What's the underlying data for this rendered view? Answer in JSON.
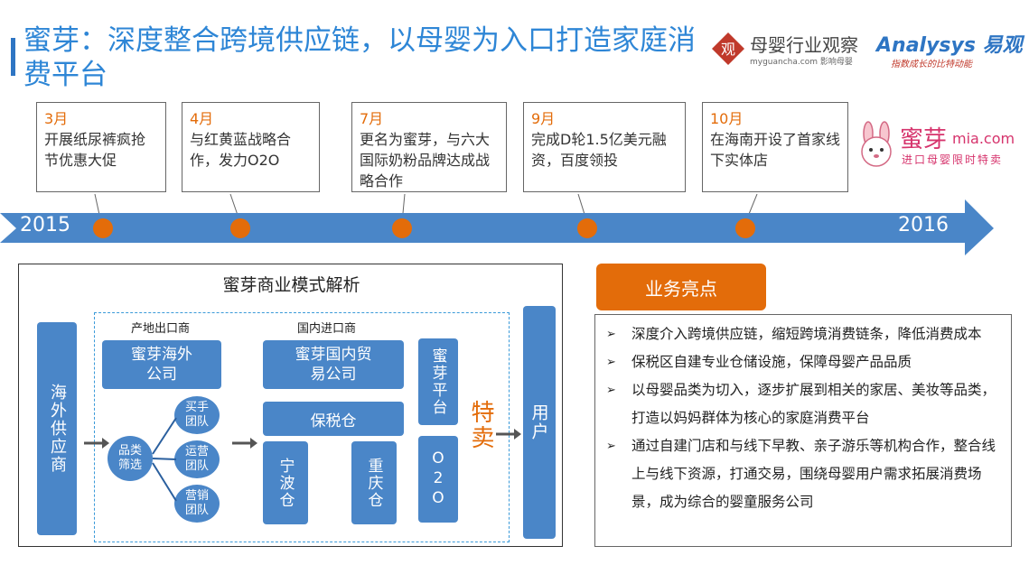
{
  "title": "蜜芽：深度整合跨境供应链，以母婴为入口打造家庭消费平台",
  "logos": {
    "guancha_icon": "观",
    "guancha_cn": "母婴行业观察",
    "guancha_sub": "myguancha.com 影响母婴",
    "analysys": "Analysys 易观",
    "analysys_slogan": "指数成长的比特动能",
    "mia_cn": "蜜芽",
    "mia_domain": "mia.com",
    "mia_slogan": "进口母婴限时特卖"
  },
  "timeline": {
    "start_year": "2015",
    "end_year": "2016",
    "events": [
      {
        "month": "3月",
        "text": "开展纸尿裤疯抢节优惠大促"
      },
      {
        "month": "4月",
        "text": "与红黄蓝战略合作，发力O2O"
      },
      {
        "month": "7月",
        "text": "更名为蜜芽，与六大国际奶粉品牌达成战略合作"
      },
      {
        "month": "9月",
        "text": "完成D轮1.5亿美元融资，百度领投"
      },
      {
        "month": "10月",
        "text": "在海南开设了首家线下实体店"
      }
    ]
  },
  "model": {
    "title": "蜜芽商业模式解析",
    "supplier": "海外供应商",
    "origin_label": "产地出口商",
    "overseas_company": "蜜芽海外公司",
    "filter": "品类筛选",
    "teams": [
      "买手团队",
      "运营团队",
      "营销团队"
    ],
    "domestic_label": "国内进口商",
    "domestic_company": "蜜芽国内贸易公司",
    "bonded": "保税仓",
    "warehouses": [
      "宁波仓",
      "重庆仓"
    ],
    "platform": "蜜芽平台",
    "o2o": "O2O",
    "flash_sale": "特卖",
    "user": "用户"
  },
  "highlights": {
    "button": "业务亮点",
    "items": [
      "深度介入跨境供应链，缩短跨境消费链条，降低消费成本",
      "保税区自建专业仓储设施，保障母婴产品品质",
      "以母婴品类为切入，逐步扩展到相关的家居、美妆等品类，打造以妈妈群体为核心的家庭消费平台",
      "通过自建门店和与线下早教、亲子游乐等机构合作，整合线上与线下资源，打通交易，围绕母婴用户需求拓展消费场景，成为综合的婴童服务公司"
    ]
  },
  "colors": {
    "blue": "#4a86c8",
    "orange": "#e36c0a",
    "title": "#2e86d6"
  }
}
